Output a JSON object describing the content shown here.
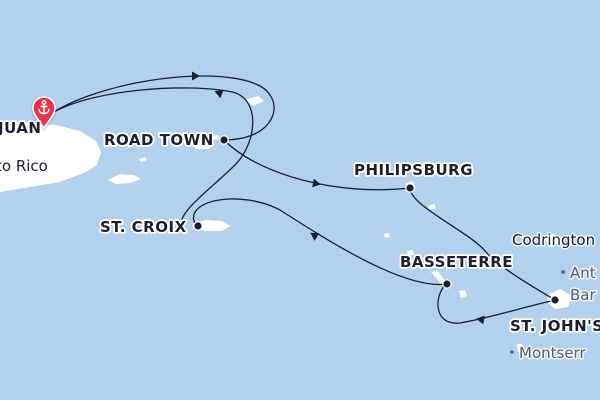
{
  "map": {
    "colors": {
      "water": "#b3d1ed",
      "land": "#ffffff",
      "route": "#1d1f2e",
      "pin": "#e9334c"
    },
    "start_icon": "anchor-pin-icon",
    "ports": [
      {
        "key": "san-juan",
        "label": "JUAN"
      },
      {
        "key": "road-town",
        "label": "ROAD TOWN"
      },
      {
        "key": "philipsburg",
        "label": "PHILIPSBURG"
      },
      {
        "key": "st-croix",
        "label": "ST. CROIX"
      },
      {
        "key": "basseterre",
        "label": "BASSETERRE"
      },
      {
        "key": "st-johns",
        "label": "ST. JOHN'S"
      }
    ],
    "places": [
      {
        "key": "puerto-rico",
        "label": "to Rico"
      },
      {
        "key": "codrington",
        "label": "Codrington"
      },
      {
        "key": "antigua",
        "label": "Ant"
      },
      {
        "key": "barbuda",
        "label": "Bar"
      },
      {
        "key": "montserrat",
        "label": "Montserr"
      }
    ]
  }
}
